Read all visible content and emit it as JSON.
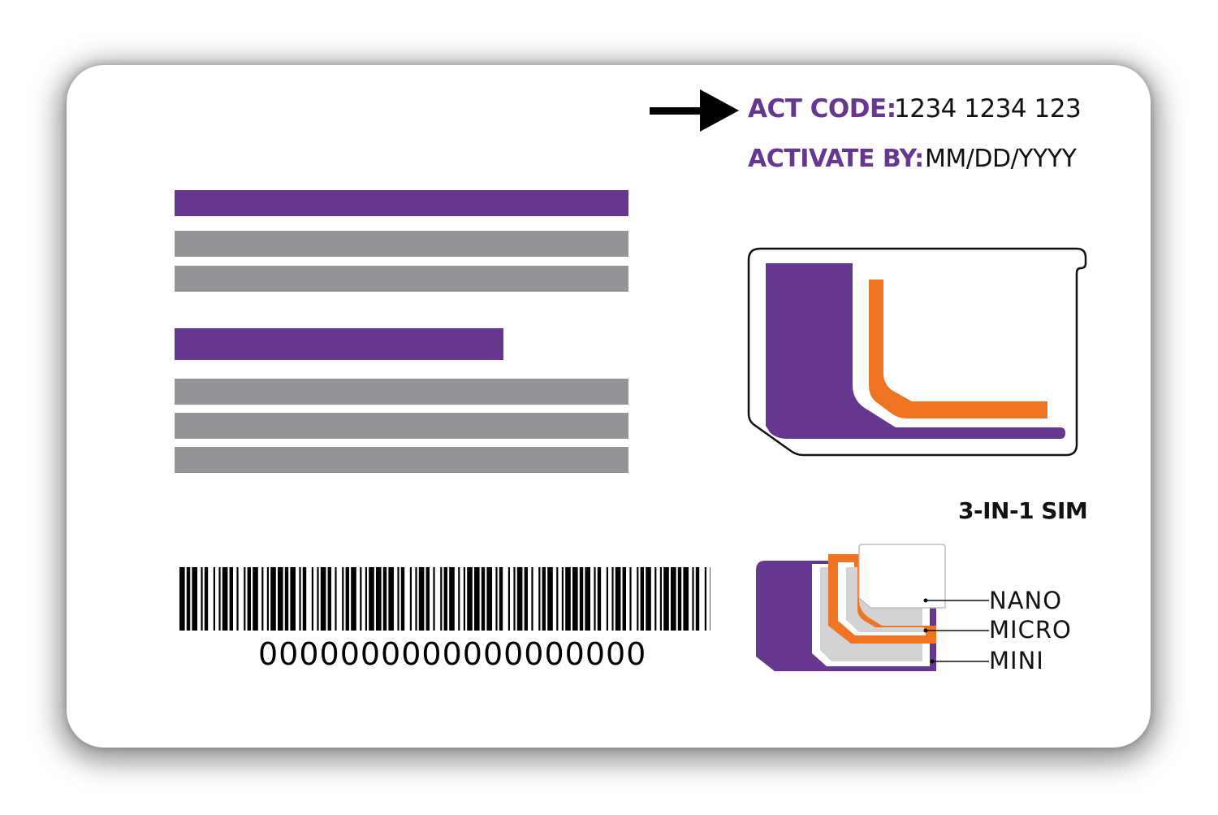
{
  "card": {
    "act_code_label": "ACT CODE:",
    "act_code_value": "1234 1234 123",
    "activate_by_label": "ACTIVATE BY:",
    "activate_by_value": "MM/DD/YYYY",
    "barcode_number": "0000000000000000000",
    "sim_title": "3-IN-1 SIM",
    "sim_sizes": [
      "NANO",
      "MICRO",
      "MINI"
    ]
  },
  "icons": {
    "pointer": "arrow-right-icon",
    "barcode": "barcode-icon",
    "sim_large": "sim-card-icon",
    "sim_stack": "sim-3in1-icon"
  },
  "colors": {
    "purple": "#66378f",
    "orange": "#f07522",
    "gray": "#939598",
    "light_gray": "#d1d3d4",
    "black": "#000000"
  }
}
